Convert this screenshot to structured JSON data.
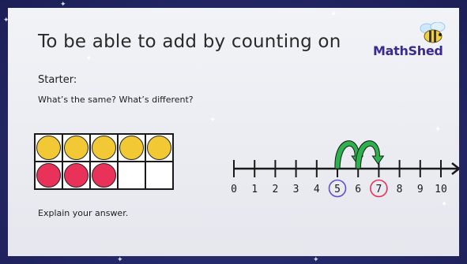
{
  "slide": {
    "title": "To be able to add by counting on",
    "starter_label": "Starter:",
    "question": "What’s the same? What’s different?",
    "explain": "Explain your answer."
  },
  "logo": {
    "text": "MathShed",
    "icon": "bee-icon",
    "color": "#3b2a8f"
  },
  "ten_frame": {
    "counters": [
      "yellow",
      "yellow",
      "yellow",
      "yellow",
      "yellow",
      "red",
      "red",
      "red",
      "empty",
      "empty"
    ],
    "colors": {
      "yellow": "#f2c935",
      "red": "#e8325a"
    }
  },
  "number_line": {
    "labels": [
      "0",
      "1",
      "2",
      "3",
      "4",
      "5",
      "6",
      "7",
      "8",
      "9",
      "10"
    ],
    "circled": [
      {
        "value": 5,
        "color": "#5a4fd0"
      },
      {
        "value": 7,
        "color": "#e8325a"
      }
    ],
    "jumps": [
      {
        "from": 5,
        "to": 6
      },
      {
        "from": 6,
        "to": 7
      }
    ],
    "jump_color": "#2bb24c"
  }
}
